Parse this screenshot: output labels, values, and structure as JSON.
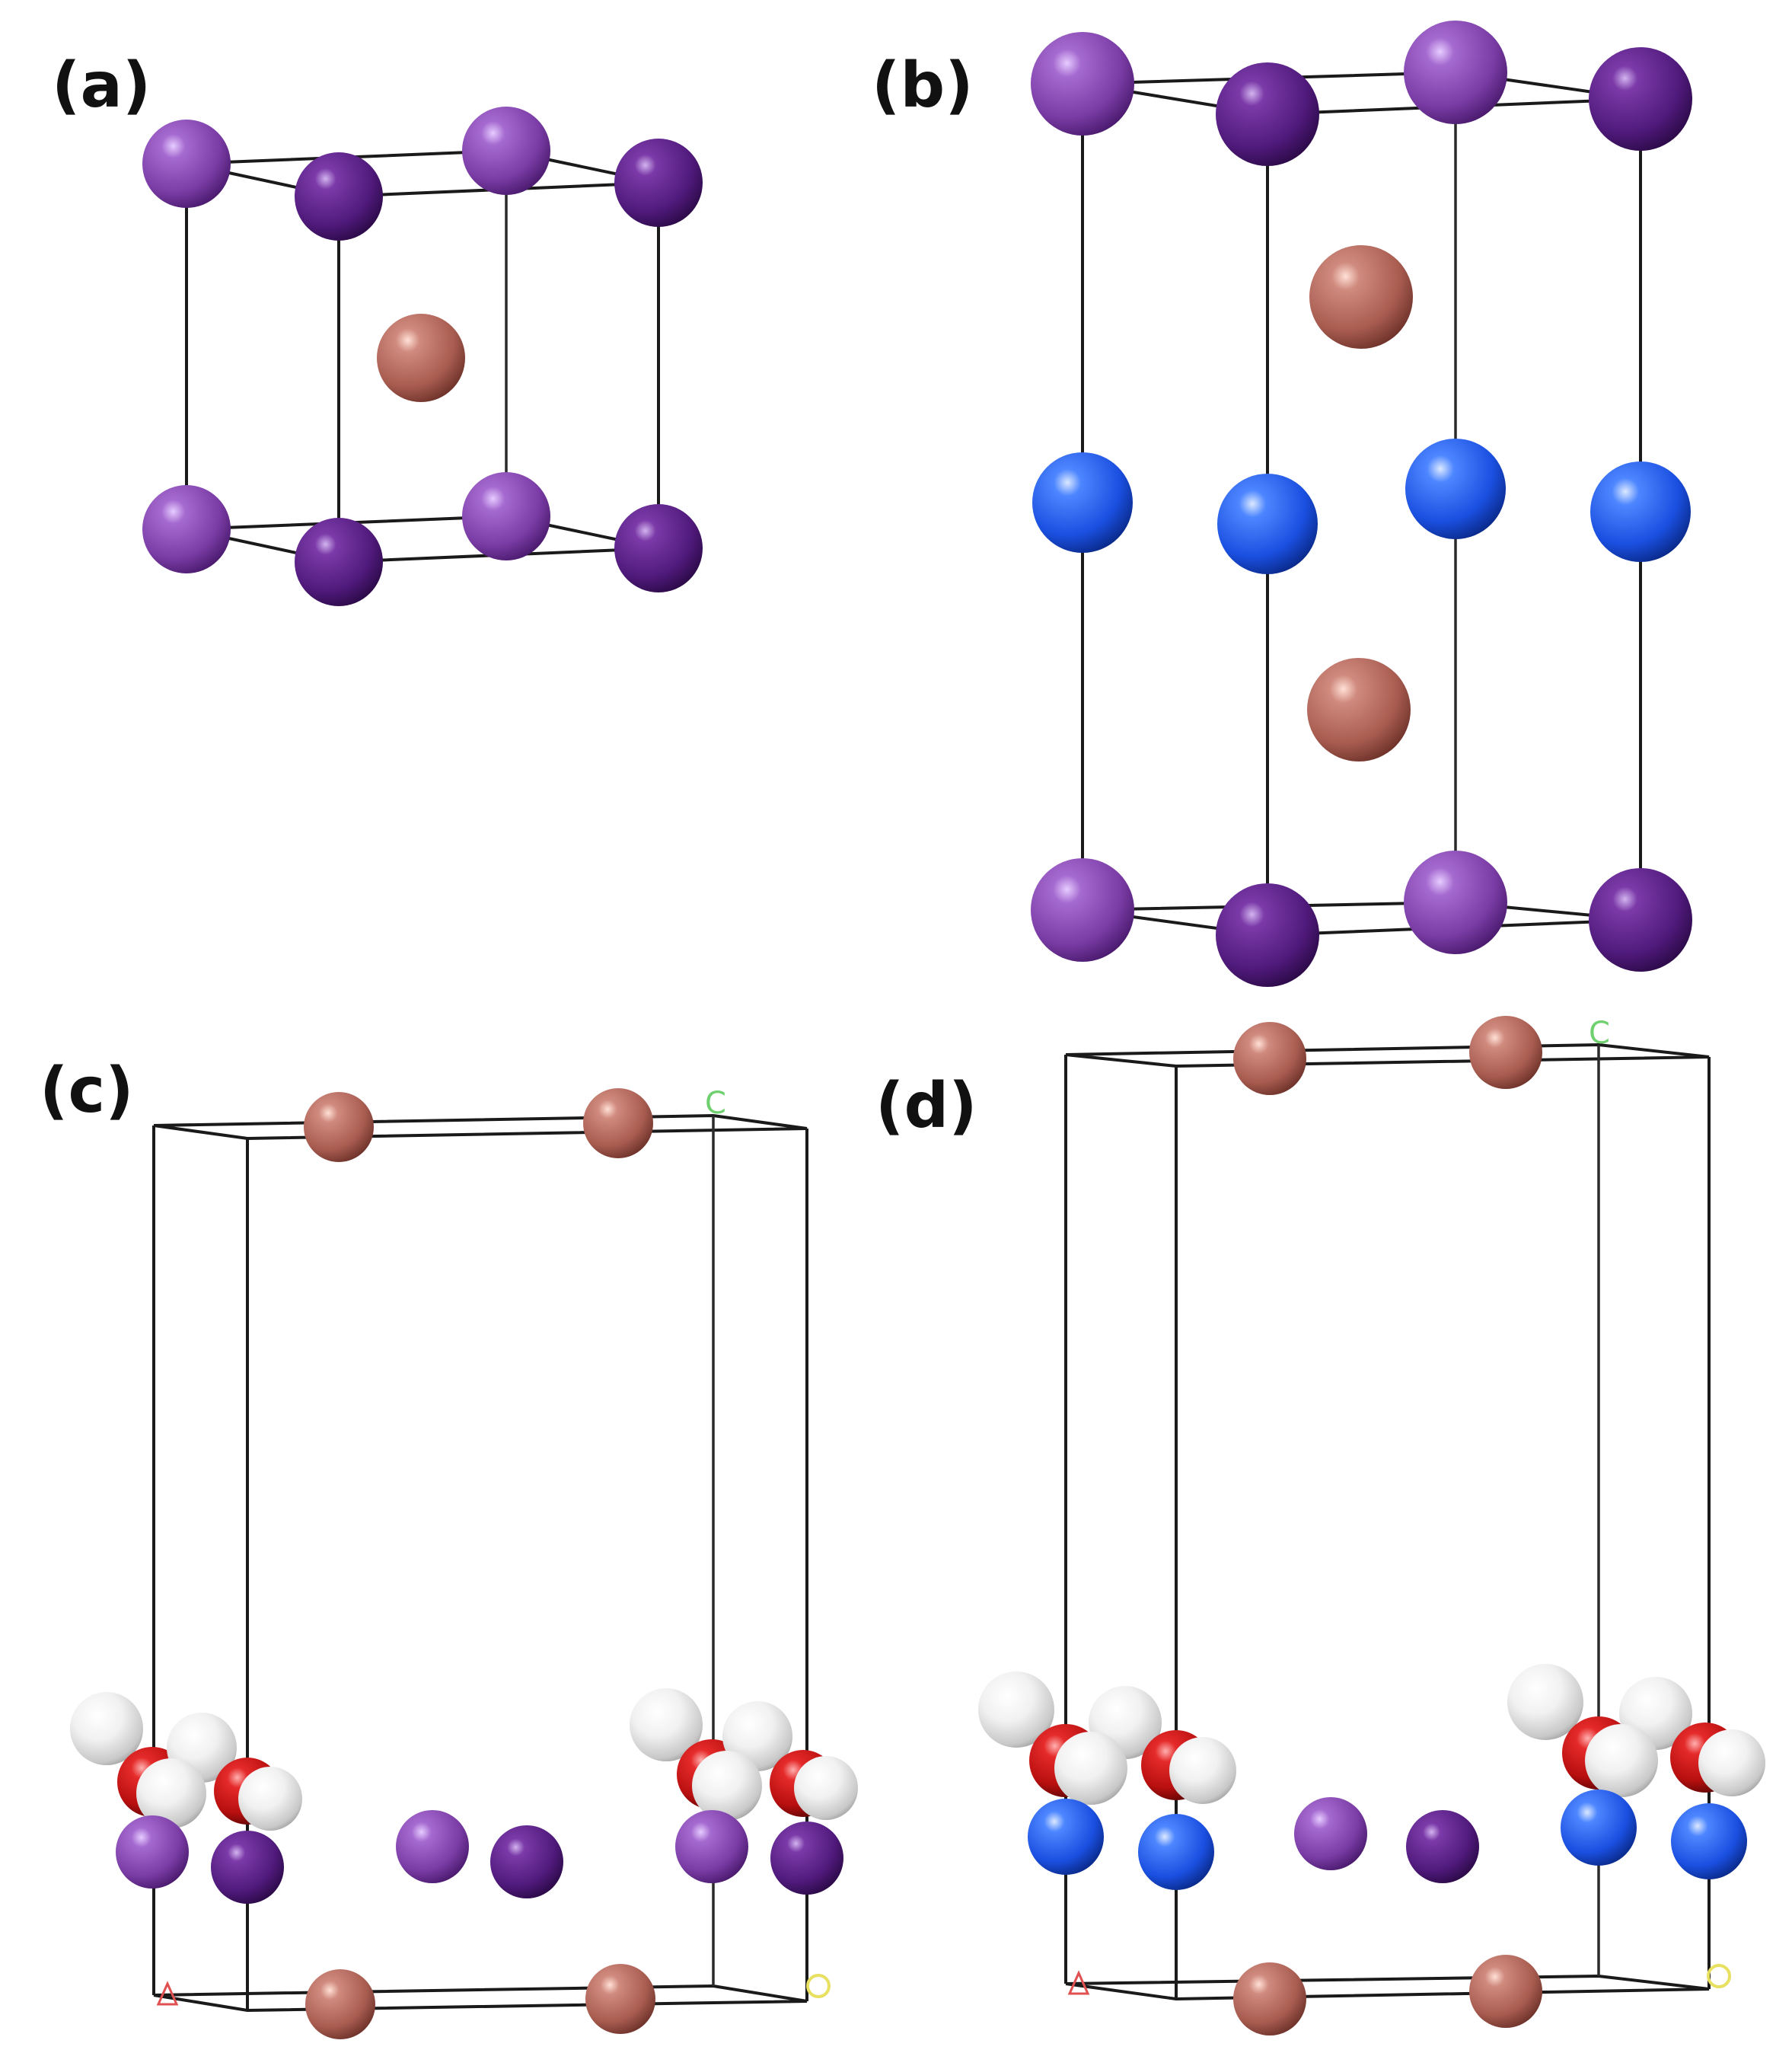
{
  "panels": [
    {
      "id": "a",
      "label": "(a)"
    },
    {
      "id": "b",
      "label": "(b)"
    },
    {
      "id": "c",
      "label": "(c)",
      "axis_labels": {
        "c": "C"
      }
    },
    {
      "id": "d",
      "label": "(d)",
      "axis_labels": {
        "c": "C"
      }
    }
  ],
  "colors": {
    "purple_light": "#8a4ab3",
    "purple_dark": "#5a1a86",
    "copper": "#b86e63",
    "blue": "#1f5ff0",
    "red": "#d31616",
    "white": "#eeeeee",
    "axis_c": "#6fd06f",
    "axis_a": "#e05050",
    "axis_b": "#e8e060"
  }
}
